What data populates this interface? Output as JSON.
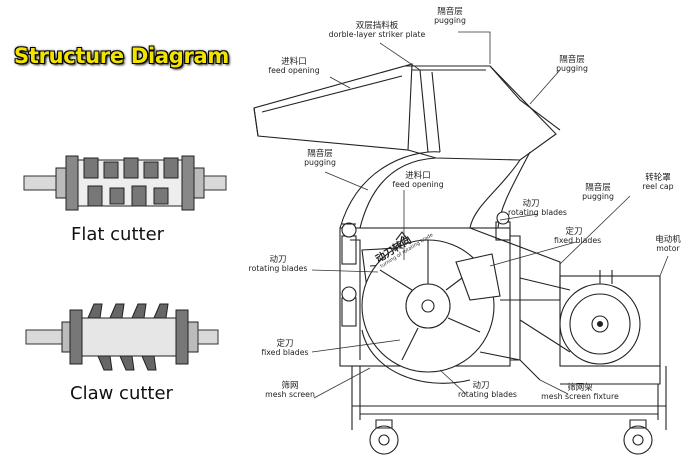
{
  "title": "Structure Diagram",
  "cutters": {
    "flat": "Flat cutter",
    "claw": "Claw cutter"
  },
  "labels": {
    "striker_plate": {
      "zh": "双层挡料板",
      "en": "dorble-layer striker plate"
    },
    "pugging_top": {
      "zh": "隔音层",
      "en": "pugging"
    },
    "feed_opening_1": {
      "zh": "进料口",
      "en": "feed opening"
    },
    "pugging_right": {
      "zh": "隔音层",
      "en": "pugging"
    },
    "pugging_left": {
      "zh": "隔音层",
      "en": "pugging"
    },
    "feed_opening_2": {
      "zh": "进料口",
      "en": "feed opening"
    },
    "rotating_blades_1": {
      "zh": "动刀",
      "en": "rotating blades"
    },
    "pugging_mid": {
      "zh": "隔音层",
      "en": "pugging"
    },
    "reel_cap": {
      "zh": "转轮罩",
      "en": "reel cap"
    },
    "fixed_blades_1": {
      "zh": "定刀",
      "en": "fixed blades"
    },
    "rotating_blades_left": {
      "zh": "动刀",
      "en": "rotating blades"
    },
    "motor": {
      "zh": "电动机",
      "en": "motor"
    },
    "fixed_blades_left": {
      "zh": "定刀",
      "en": "fixed blades"
    },
    "mesh_screen": {
      "zh": "筛网",
      "en": "mesh screen"
    },
    "rotating_blades_bottom": {
      "zh": "动刀",
      "en": "rotating blades"
    },
    "mesh_fixture": {
      "zh": "筛网架",
      "en": "mesh screen fixture"
    }
  },
  "hopper_mark": {
    "zh": "动刀转向",
    "en": "turning of rotating blade"
  }
}
